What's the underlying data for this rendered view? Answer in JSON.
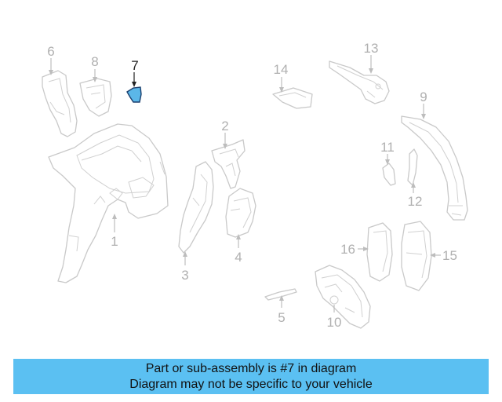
{
  "diagram": {
    "highlighted_part": "7",
    "callouts": [
      "1",
      "2",
      "3",
      "4",
      "5",
      "6",
      "7",
      "8",
      "9",
      "10",
      "11",
      "12",
      "13",
      "14",
      "15",
      "16"
    ]
  },
  "banner": {
    "line1": "Part or sub-assembly is #7 in diagram",
    "line2": "Diagram may not be specific to your vehicle",
    "color": "#5bc0f2"
  },
  "colors": {
    "highlight_fill": "#5bb7e8",
    "part_outline": "#c9c9c9",
    "callout_text": "#b0b0b0"
  }
}
